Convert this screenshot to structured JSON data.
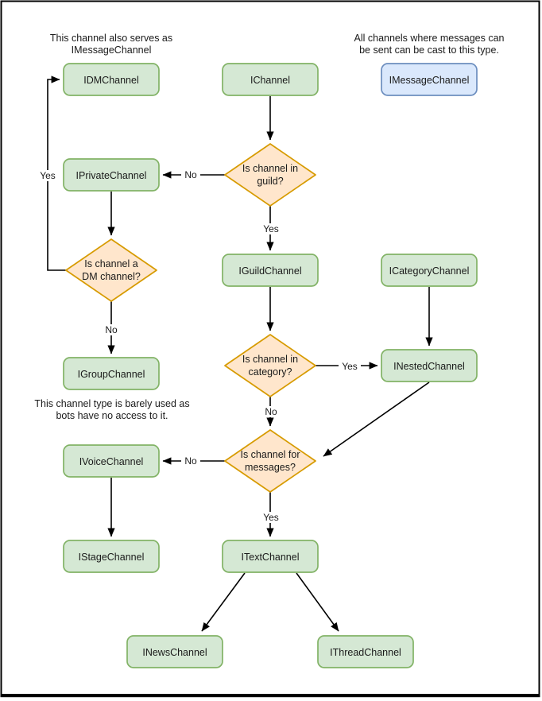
{
  "diagram": {
    "notes": {
      "dm_note": {
        "line1": "This channel also serves as",
        "line2": "IMessageChannel"
      },
      "message_note": {
        "line1": "All channels where messages can",
        "line2": "be sent can be cast to this type."
      },
      "group_note": {
        "line1": "This channel type is barely used as",
        "line2": "bots have no access to it."
      }
    },
    "nodes": {
      "idm_channel": {
        "label": "IDMChannel"
      },
      "i_channel": {
        "label": "IChannel"
      },
      "imessage_channel": {
        "label": "IMessageChannel"
      },
      "iprivate_channel": {
        "label": "IPrivateChannel"
      },
      "iguild_channel": {
        "label": "IGuildChannel"
      },
      "icategory_channel": {
        "label": "ICategoryChannel"
      },
      "igroup_channel": {
        "label": "IGroupChannel"
      },
      "inested_channel": {
        "label": "INestedChannel"
      },
      "ivoice_channel": {
        "label": "IVoiceChannel"
      },
      "istage_channel": {
        "label": "IStageChannel"
      },
      "itext_channel": {
        "label": "ITextChannel"
      },
      "inews_channel": {
        "label": "INewsChannel"
      },
      "ithread_channel": {
        "label": "IThreadChannel"
      }
    },
    "decisions": {
      "in_guild": {
        "line1": "Is channel in",
        "line2": "guild?"
      },
      "is_dm": {
        "line1": "Is channel a",
        "line2": "DM channel?"
      },
      "in_category": {
        "line1": "Is channel in",
        "line2": "category?"
      },
      "for_messages": {
        "line1": "Is channel for",
        "line2": "messages?"
      }
    },
    "edge_labels": {
      "guild_no": "No",
      "guild_yes": "Yes",
      "dm_yes": "Yes",
      "dm_no": "No",
      "category_yes": "Yes",
      "category_no": "No",
      "messages_no": "No",
      "messages_yes": "Yes"
    },
    "colors": {
      "node_fill": "#d5e8d4",
      "node_stroke": "#82b366",
      "decision_fill": "#ffe6cc",
      "decision_stroke": "#d79b00",
      "message_fill": "#dae8fc",
      "message_stroke": "#6c8ebf",
      "edge": "#000000",
      "text": "#1a1a1a"
    }
  }
}
